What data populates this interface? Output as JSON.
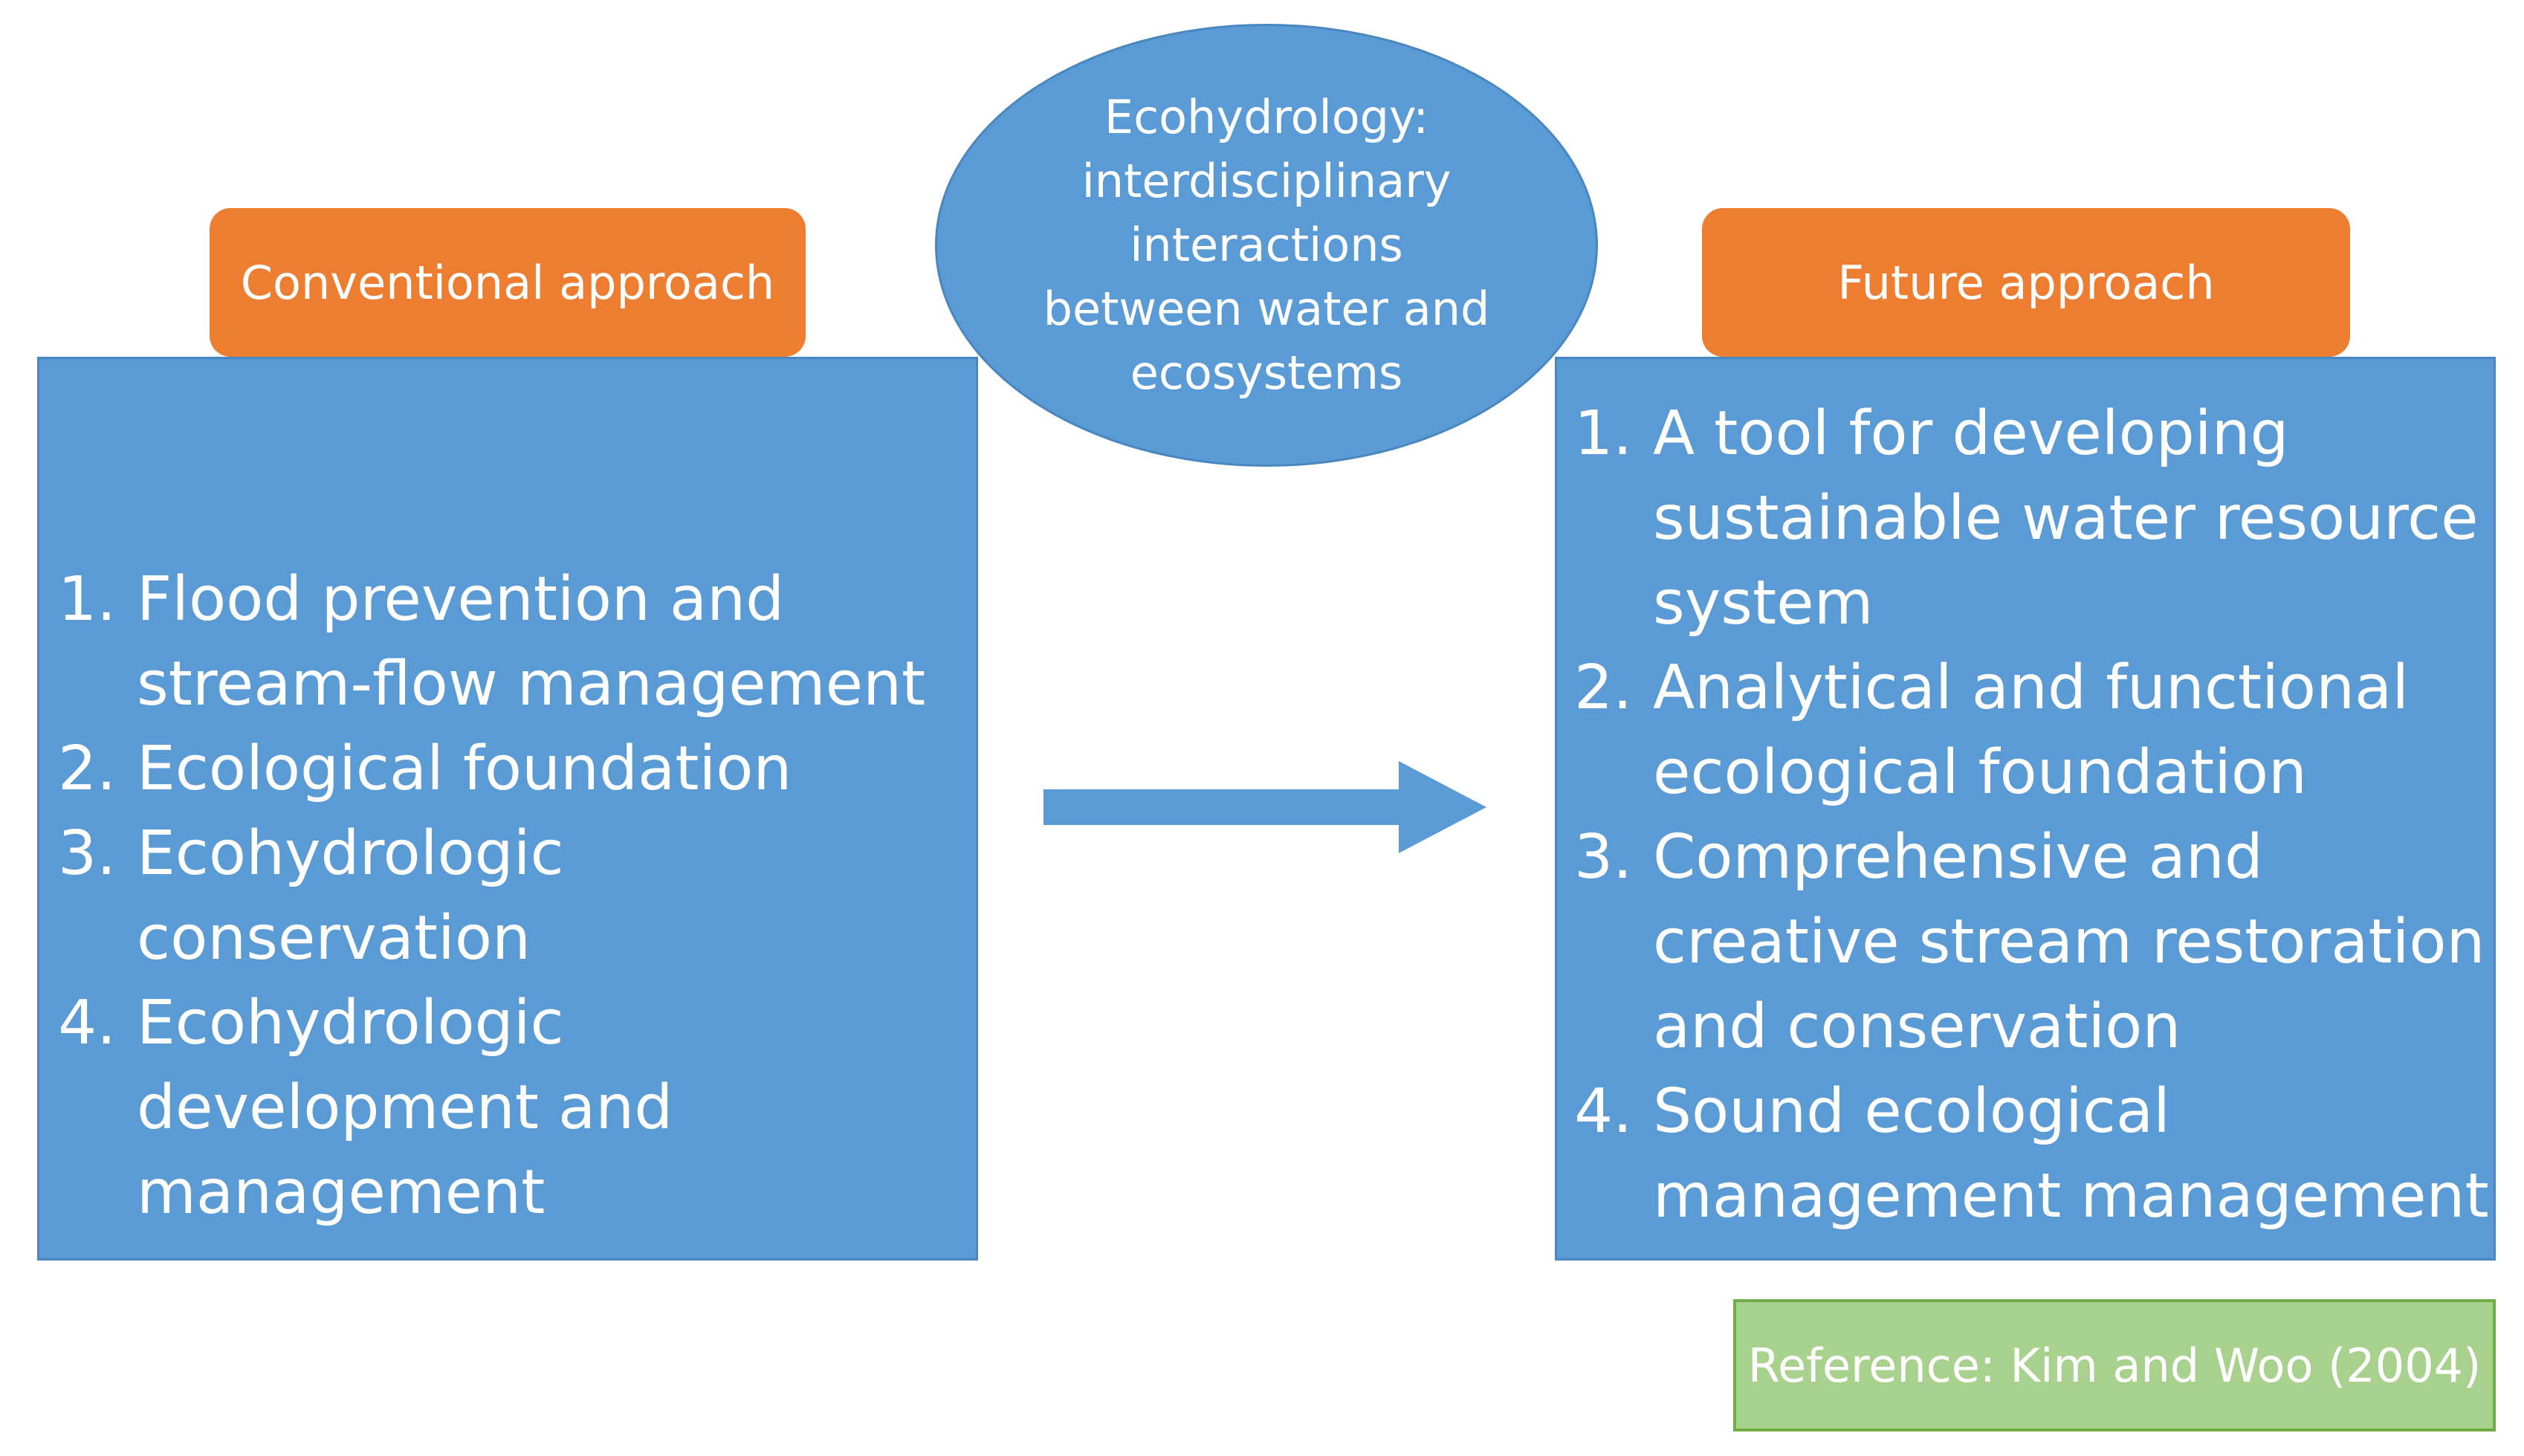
{
  "center": {
    "text": "Ecohydrology:\ninterdisciplinary\ninteractions\nbetween water and\necosystems"
  },
  "conventional": {
    "title": "Conventional approach",
    "items": [
      {
        "num": "1.",
        "text": "Flood prevention and stream-flow management"
      },
      {
        "num": "2.",
        "text": "Ecological foundation"
      },
      {
        "num": "3.",
        "text": "Ecohydrologic conservation"
      },
      {
        "num": "4.",
        "text": "Ecohydrologic development and management"
      }
    ]
  },
  "future": {
    "title": "Future approach",
    "items": [
      {
        "num": "1.",
        "text": "A tool for developing sustainable water resource system"
      },
      {
        "num": "2.",
        "text": "Analytical and functional ecological foundation"
      },
      {
        "num": "3.",
        "text": "Comprehensive and creative stream restoration and conservation"
      },
      {
        "num": "4.",
        "text": "Sound ecological management management"
      }
    ]
  },
  "reference": {
    "text": "Reference: Kim and Woo (2004)"
  },
  "colors": {
    "box_blue": "#5b9bd5",
    "tab_orange": "#ed7d31",
    "reference_green": "#a9d18e",
    "text_white": "#ffffff"
  }
}
